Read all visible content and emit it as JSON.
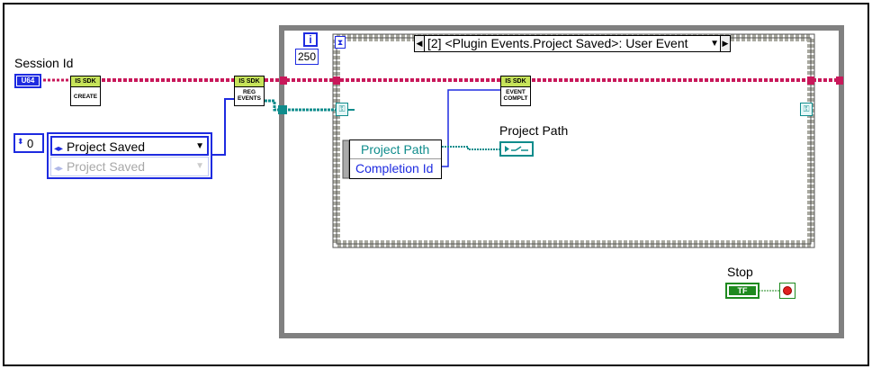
{
  "session_label": "Session Id",
  "session_terminal": "U64",
  "create_node": {
    "header": "IS SDK",
    "text": "CREATE"
  },
  "reg_node": {
    "header": "IS SDK",
    "text1": "REG",
    "text2": "EVENTS"
  },
  "event_enum": {
    "index": "0",
    "selected": "Project Saved",
    "next": "Project Saved"
  },
  "while_loop": {
    "iteration_label": "i",
    "timeout_value": "250"
  },
  "event_case": {
    "selector": "[2] <Plugin Events.Project Saved>: User Event"
  },
  "unbundle": {
    "field1": "Project Path",
    "field2": "Completion Id"
  },
  "event_complete_node": {
    "header": "IS SDK",
    "text1": "EVENT",
    "text2": "COMPLT"
  },
  "project_path_indicator": {
    "label": "Project Path"
  },
  "stop": {
    "label": "Stop",
    "terminal": "TF"
  },
  "colors": {
    "error_wire": "#c8185a",
    "path_wire": "#0f8c8c",
    "numeric_wire": "#1e2be0",
    "structure": "#808080",
    "bool": "#1f8a1f"
  }
}
